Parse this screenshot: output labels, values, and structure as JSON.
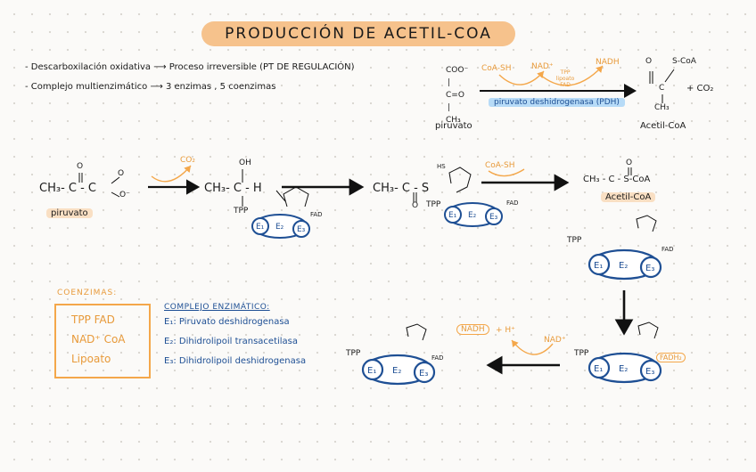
{
  "title": "PRODUCCIÓN DE ACETIL-COA",
  "notes": [
    {
      "bullet": "-",
      "left": "Descarboxilación oxidativa",
      "right": "Proceso irreversible (PT DE REGULACIÓN)"
    },
    {
      "bullet": "-",
      "left": "Complejo multienzimático",
      "right": "3 enzimas , 5 coenzimas"
    }
  ],
  "summary": {
    "piruvato_lines": [
      "COO⁻",
      "C=O",
      "CH₃"
    ],
    "piruvato_label": "piruvato",
    "cofactors_top": {
      "coa_sh": "CoA-SH",
      "nad": "NAD⁺",
      "tpp_lipoato_fad": "TPP lipoato FAD",
      "nadh": "NADH"
    },
    "enzyme_label": "piruvato deshidrogenasa (PDH)",
    "acetil_lines": [
      "S-CoA",
      "C",
      "CH₃"
    ],
    "acetil_o": "O",
    "plus_co2": "+ CO₂",
    "acetil_label": "Acetil-CoA"
  },
  "mechanism": {
    "pyruvate_formula": "CH₃- C - C",
    "pyruvate_o_top": "O",
    "pyruvate_o_right_top": "O",
    "pyruvate_o_right_bottom": "O⁻",
    "pyruvate_label": "piruvato",
    "co2": "CO₂",
    "hydroxy_formula": "CH₃- C - H",
    "hydroxy_oh": "OH",
    "tpp": "TPP",
    "fad": "FAD",
    "hs": "HS",
    "s": "S",
    "acetyl_lipo_formula": "CH₃- C - S",
    "acetyl_lipo_o": "O",
    "coa_sh": "CoA-SH",
    "acetylcoa_formula": "CH₃ - C - S-CoA",
    "acetylcoa_o": "O",
    "acetylcoa_label": "Acetil-CoA",
    "nadh": "NADH",
    "h_plus": "+ H⁺",
    "nad": "NAD⁺",
    "fadh2": "FADH₂",
    "e1": "E₁",
    "e2": "E₂",
    "e3": "E₃"
  },
  "coenzimas": {
    "heading": "COENZIMAS:",
    "items": [
      "TPP FAD",
      "NAD⁺ CoA",
      "Lipoato"
    ]
  },
  "complejo": {
    "heading": "COMPLEJO ENZIMÁTICO:",
    "items": [
      "E₁: Piruvato deshidrogenasa",
      "E₂: Dihidrolipoil transacetilasa",
      "E₃: Dihidrolipoil deshidrogenasa"
    ]
  },
  "colors": {
    "orange": "#f4a74a",
    "blue": "#1e4f94",
    "title_bg": "#f6c28c",
    "highlight_blue": "#b7dbf7"
  }
}
